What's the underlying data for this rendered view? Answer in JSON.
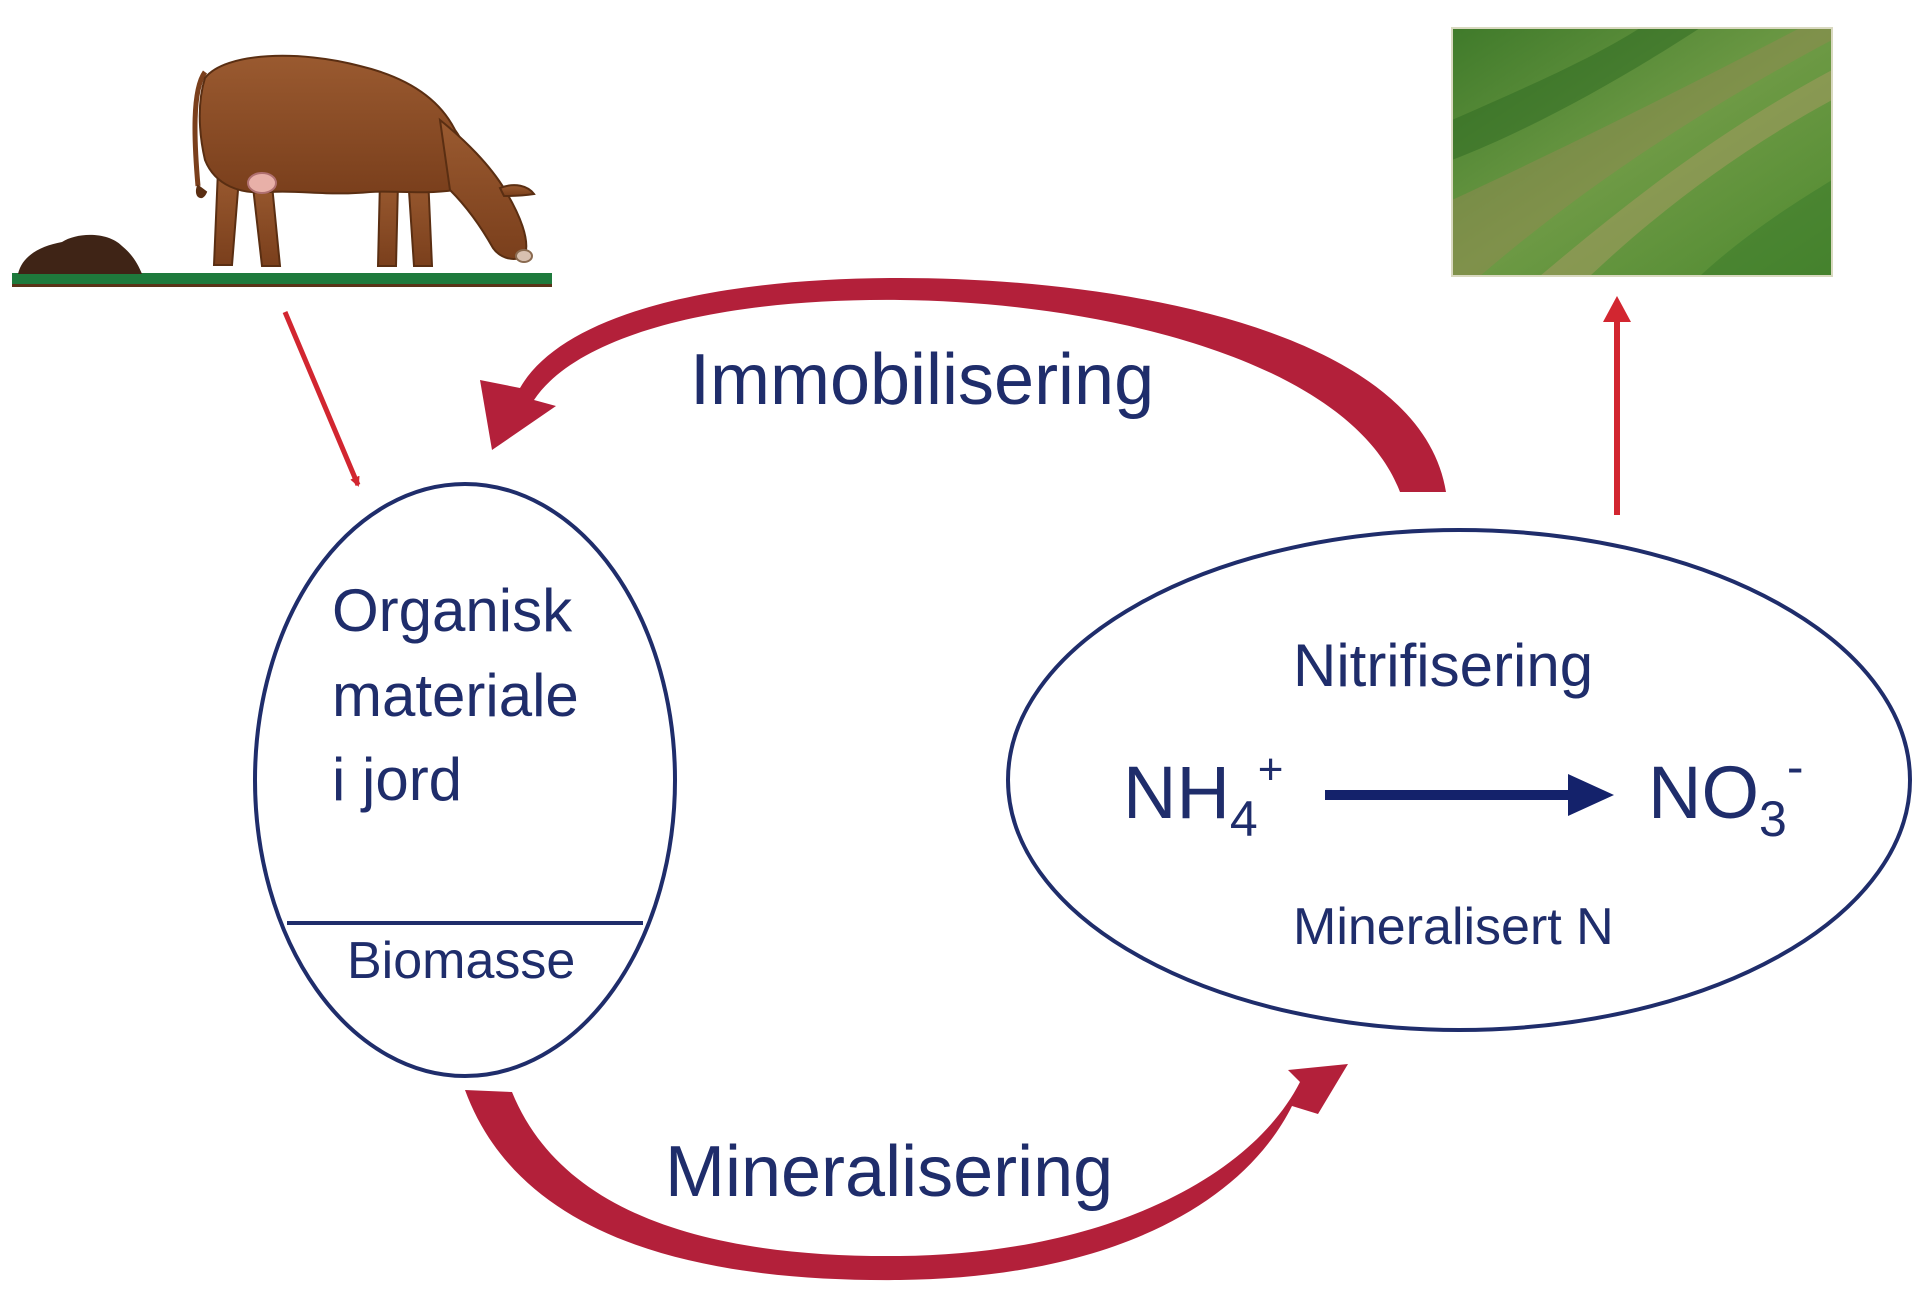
{
  "labels": {
    "immobilization": "Immobilisering",
    "mineralization": "Mineralisering",
    "organic_line1": "Organisk",
    "organic_line2": "materiale",
    "organic_line3": "i jord",
    "biomass": "Biomasse",
    "nitrification": "Nitrifisering",
    "ammonium_base": "NH",
    "ammonium_sub": "4",
    "ammonium_sup": "+",
    "nitrate_base": "NO",
    "nitrate_sub": "3",
    "nitrate_sup": "-",
    "mineralized_n": "Mineralisert N"
  },
  "colors": {
    "text": "#1f2d6b",
    "ellipse_stroke": "#1f2d6b",
    "cycle_arrow": "#b3203a",
    "thin_arrow": "#d22630",
    "reaction_arrow": "#14226b",
    "pasture_green": "#1e7a3c",
    "cow_brown": "#8a4a25",
    "manure": "#4a2a1a",
    "field_green": "#5f8f3a",
    "field_track": "#9a8f55"
  },
  "icons": {
    "cow": "grazing-cow-illustration",
    "field": "grass-field-photo"
  }
}
